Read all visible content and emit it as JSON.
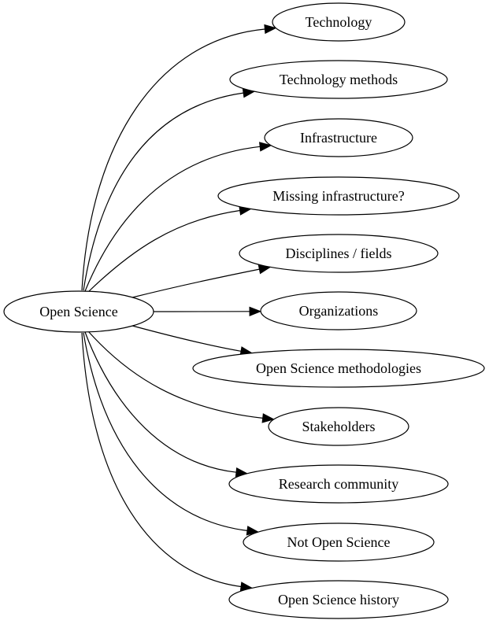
{
  "diagram": {
    "root": {
      "label": "Open Science"
    },
    "children": [
      {
        "label": "Technology"
      },
      {
        "label": "Technology methods"
      },
      {
        "label": "Infrastructure"
      },
      {
        "label": "Missing infrastructure?"
      },
      {
        "label": "Disciplines / fields"
      },
      {
        "label": "Organizations"
      },
      {
        "label": "Open Science methodologies"
      },
      {
        "label": "Stakeholders"
      },
      {
        "label": "Research community"
      },
      {
        "label": "Not Open Science"
      },
      {
        "label": "Open Science history"
      }
    ],
    "colors": {
      "stroke": "#000000",
      "fill": "#ffffff",
      "text": "#000000"
    }
  }
}
